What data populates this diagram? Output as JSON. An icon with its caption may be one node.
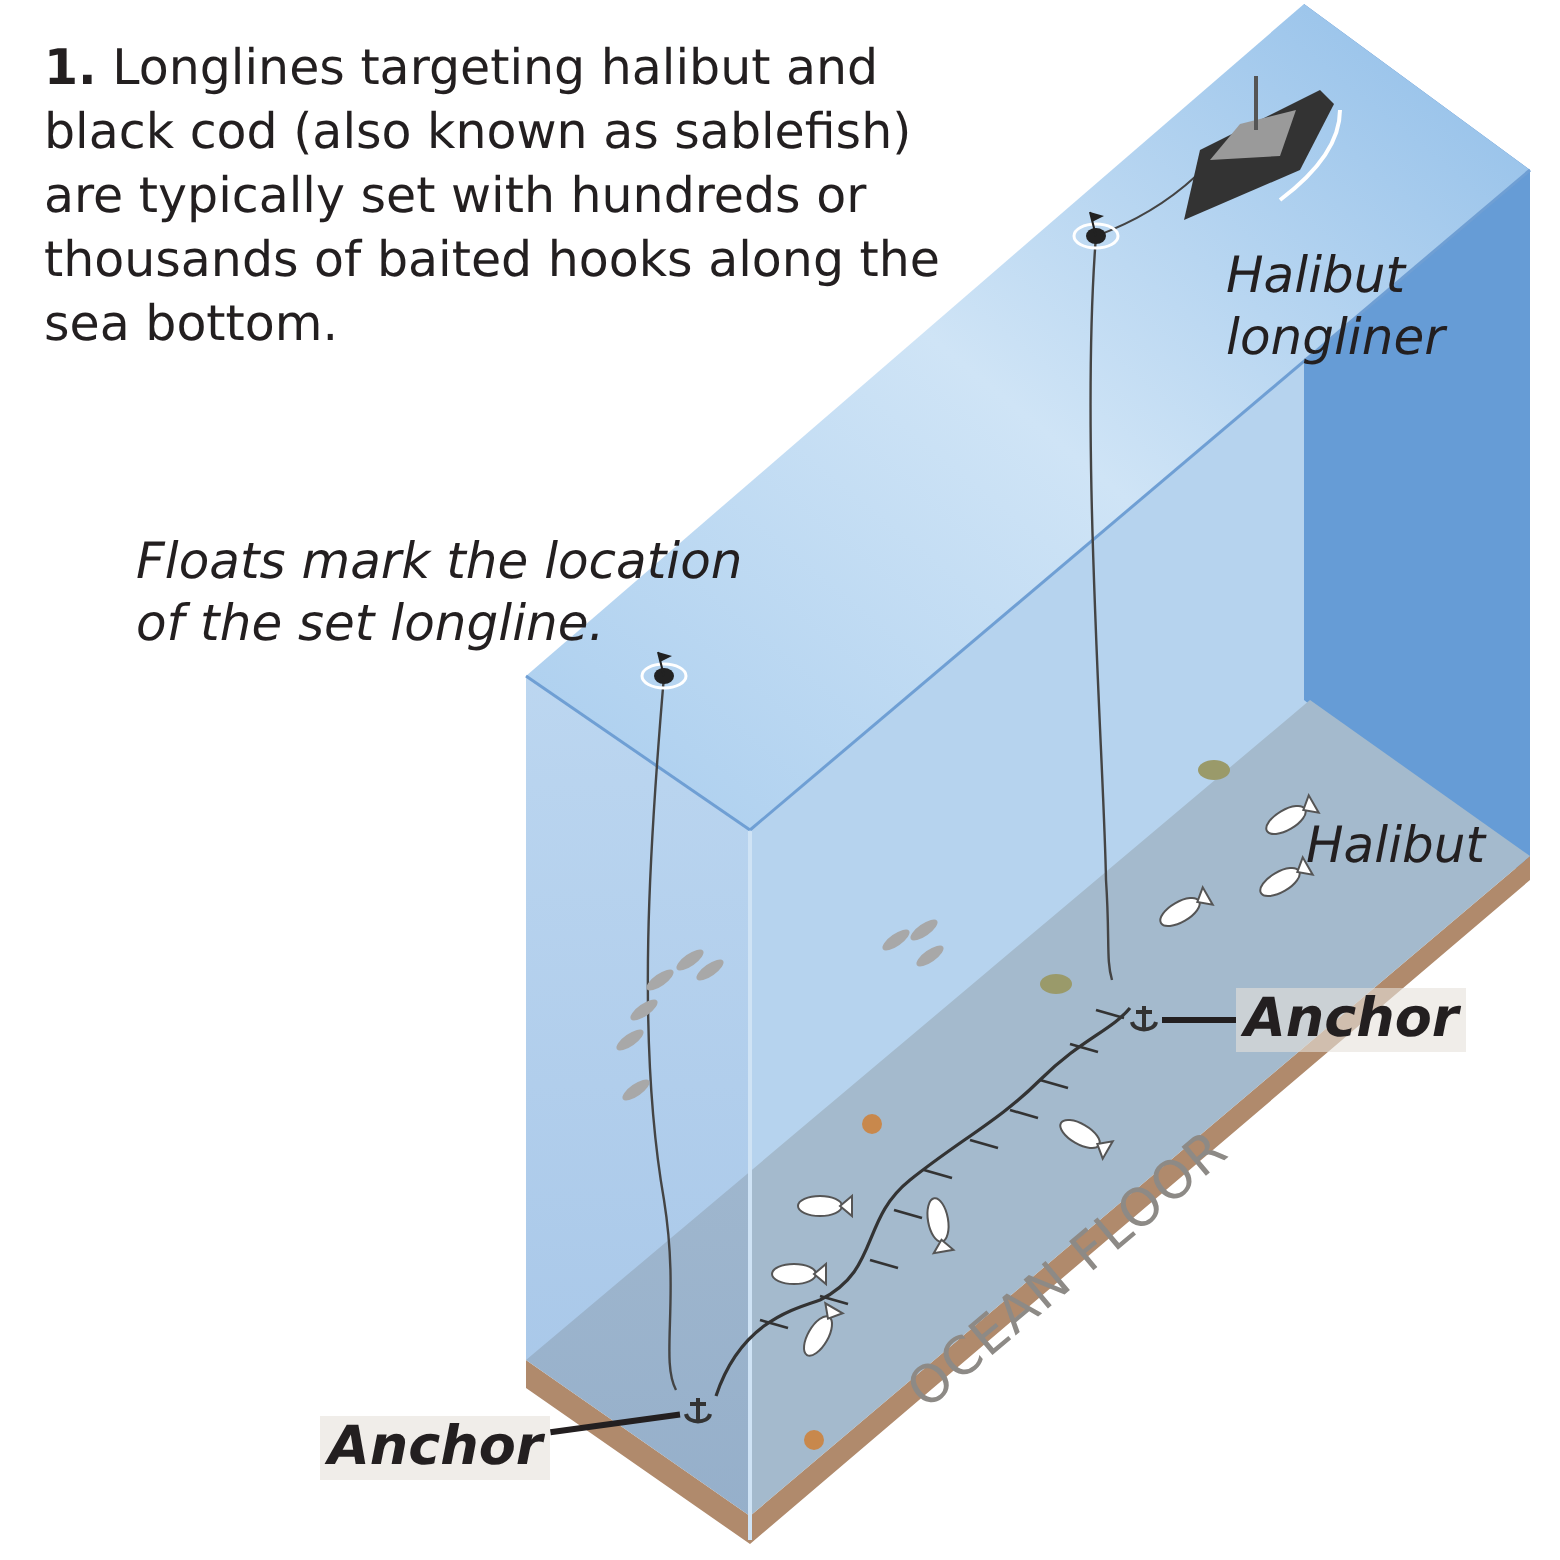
{
  "diagram": {
    "title": "**1.** Longlines targeting halibut and black cod (also known as sablefish) are typically set with hundreds or thousands of baited hooks along the sea bottom.",
    "nodes": [
      {
        "text": [
          "Anchor"
        ]
      },
      {
        "text": [],
        "shape": "picture"
      },
      {
        "text": [
          "Anchor"
        ]
      },
      {
        "text": [],
        "shape": "picture"
      }
    ],
    "edges": [
      {
        "from": 0,
        "to": 1,
        "arrow": "none"
      },
      {
        "from": 2,
        "to": 3,
        "arrow": "none"
      },
      {
        "from": 3,
        "to": 1,
        "arrow": "none"
      }
    ],
    "labels": [
      "Halibut longliner",
      "Floats mark the location of the set longline.",
      "Halibut",
      "OCEAN FLOOR"
    ]
  }
}
